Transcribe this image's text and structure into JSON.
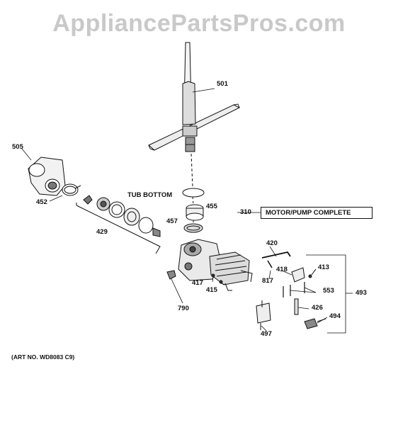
{
  "watermark": "AppliancePartsPros.com",
  "labels": {
    "p501": "501",
    "p505": "505",
    "p452": "452",
    "p429": "429",
    "tub_bottom": "TUB BOTTOM",
    "p455": "455",
    "p457": "457",
    "p310": "310",
    "motor_pump": "MOTOR/PUMP COMPLETE",
    "p420": "420",
    "p418": "418",
    "p413": "413",
    "p817": "817",
    "p553": "553",
    "p493": "493",
    "p417": "417",
    "p415": "415",
    "p790": "790",
    "p426": "426",
    "p494": "494",
    "p497": "497"
  },
  "art_number": "(ART NO. WD8083 C9)"
}
